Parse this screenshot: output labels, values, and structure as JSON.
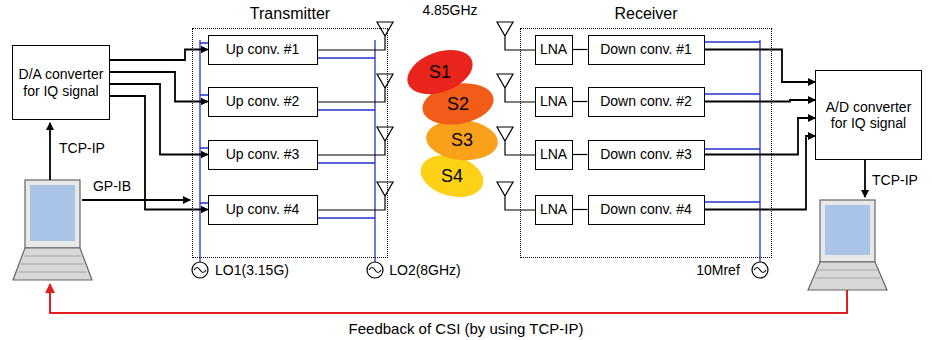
{
  "diagram": {
    "nodes": [
      {
        "text": [
          "Transmitter"
        ]
      },
      {
        "text": [
          "Up conv. #1"
        ],
        "in": 0
      },
      {
        "text": [
          "Up conv. #2"
        ],
        "in": 0
      },
      {
        "text": [
          "Up conv. #3"
        ],
        "in": 0
      },
      {
        "text": [
          "Up conv. #4"
        ],
        "in": 0
      },
      {
        "text": [
          "Receiver"
        ]
      },
      {
        "text": [
          "LNA"
        ],
        "in": 5
      },
      {
        "text": [
          "Down conv. #1"
        ],
        "in": 5
      },
      {
        "text": [
          "LNA"
        ],
        "in": 5
      },
      {
        "text": [
          "Down conv. #2"
        ],
        "in": 5
      },
      {
        "text": [
          "LNA"
        ],
        "in": 5
      },
      {
        "text": [
          "Down conv. #3"
        ],
        "in": 5
      },
      {
        "text": [
          "LNA"
        ],
        "in": 5
      },
      {
        "text": [
          "Down conv. #4"
        ],
        "in": 5
      },
      {
        "text": [
          "D/A converter for IQ signal"
        ]
      },
      {
        "text": [
          "A/D converter for IQ signal"
        ]
      }
    ],
    "edges": [
      {
        "from": 14,
        "to": 1,
        "arrow": "to"
      },
      {
        "from": 14,
        "to": 2,
        "arrow": "to"
      },
      {
        "from": 14,
        "to": 3,
        "arrow": "to"
      },
      {
        "from": 14,
        "to": 4,
        "arrow": "to"
      },
      {
        "from": 6,
        "to": 7,
        "arrow": "none"
      },
      {
        "from": 8,
        "to": 9,
        "arrow": "none"
      },
      {
        "from": 10,
        "to": 11,
        "arrow": "none"
      },
      {
        "from": 12,
        "to": 13,
        "arrow": "none"
      },
      {
        "from": 7,
        "to": 15,
        "arrow": "to"
      },
      {
        "from": 9,
        "to": 15,
        "arrow": "to"
      },
      {
        "from": 11,
        "to": 15,
        "arrow": "to"
      },
      {
        "from": 13,
        "to": 15,
        "arrow": "to"
      }
    ],
    "labels": [
      "4.85GHz",
      "S1",
      "S2",
      "S3",
      "S4",
      "TCP-IP",
      "GP-IB",
      "LO1(3.15G)",
      "LO2(8GHz)",
      "10Mref",
      "TCP-IP",
      "Feedback of CSI (by using TCP-IP)"
    ]
  }
}
